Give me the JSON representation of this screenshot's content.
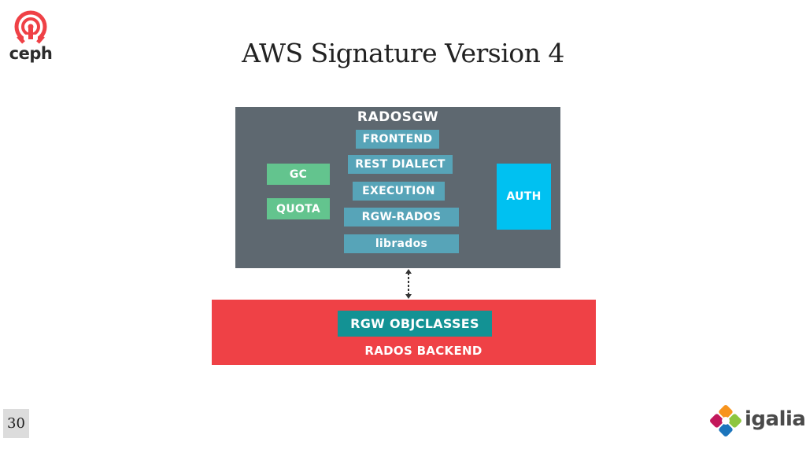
{
  "slide": {
    "title": "AWS Signature Version 4",
    "page_number": "30"
  },
  "logos": {
    "ceph_word": "ceph",
    "igalia_word": "igalia"
  },
  "diagram": {
    "radosgw": {
      "label": "RADOSGW",
      "stack": [
        "FRONTEND",
        "REST DIALECT",
        "EXECUTION",
        "RGW-RADOS",
        "librados"
      ],
      "left_boxes": [
        "GC",
        "QUOTA"
      ],
      "right_box": "AUTH"
    },
    "backend": {
      "label": "RADOS BACKEND",
      "inner": "RGW OBJCLASSES"
    },
    "connector": "bidirectional-dashed-arrow"
  },
  "colors": {
    "radosgw_bg": "#5e6870",
    "component_blue": "#57a4b8",
    "component_green": "#63c48e",
    "auth_blue": "#00c1f1",
    "backend_red": "#ef4146",
    "objclasses_teal": "#139294",
    "ceph_red": "#ef4146"
  }
}
